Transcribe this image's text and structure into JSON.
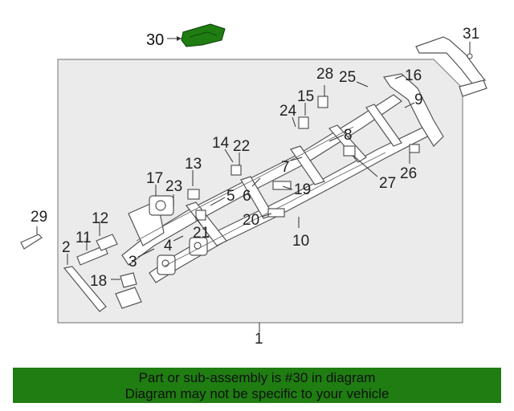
{
  "diagram": {
    "callouts": [
      "1",
      "2",
      "3",
      "4",
      "5",
      "6",
      "7",
      "8",
      "9",
      "10",
      "11",
      "12",
      "13",
      "14",
      "15",
      "16",
      "17",
      "18",
      "19",
      "20",
      "21",
      "22",
      "23",
      "24",
      "25",
      "26",
      "27",
      "28",
      "29",
      "30",
      "31"
    ],
    "highlighted_part": "30",
    "highlight_color": "#1f7d12"
  },
  "banner": {
    "line1": "Part or sub-assembly is #30 in diagram",
    "line2": "Diagram may not be specific to your vehicle",
    "background": "#1f7d12"
  }
}
